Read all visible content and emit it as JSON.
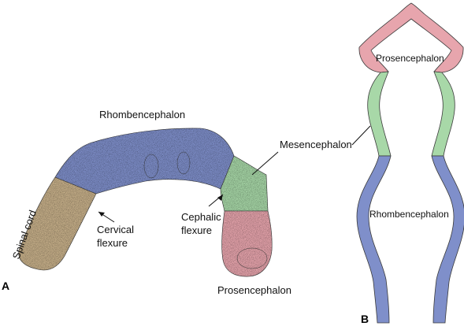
{
  "colors": {
    "rhombencephalon": "#7f8fca",
    "mesencephalon": "#a8d8a8",
    "prosencephalon": "#e7a5ad",
    "spinal_cord": "#c7b08a",
    "outline": "#3a3a3a"
  },
  "panel_a": {
    "letter": "A",
    "labels": {
      "rhombencephalon": "Rhombencephalon",
      "mesencephalon": "Mesencephalon",
      "spinal_cord": "Spinal cord",
      "cervical_line1": "Cervical",
      "cervical_line2": "flexure",
      "cephalic_line1": "Cephalic",
      "cephalic_line2": "flexure",
      "prosencephalon": "Prosencephalon"
    }
  },
  "panel_b": {
    "letter": "B",
    "labels": {
      "prosencephalon": "Prosencephalon",
      "rhombencephalon": "Rhombencephalon"
    }
  }
}
